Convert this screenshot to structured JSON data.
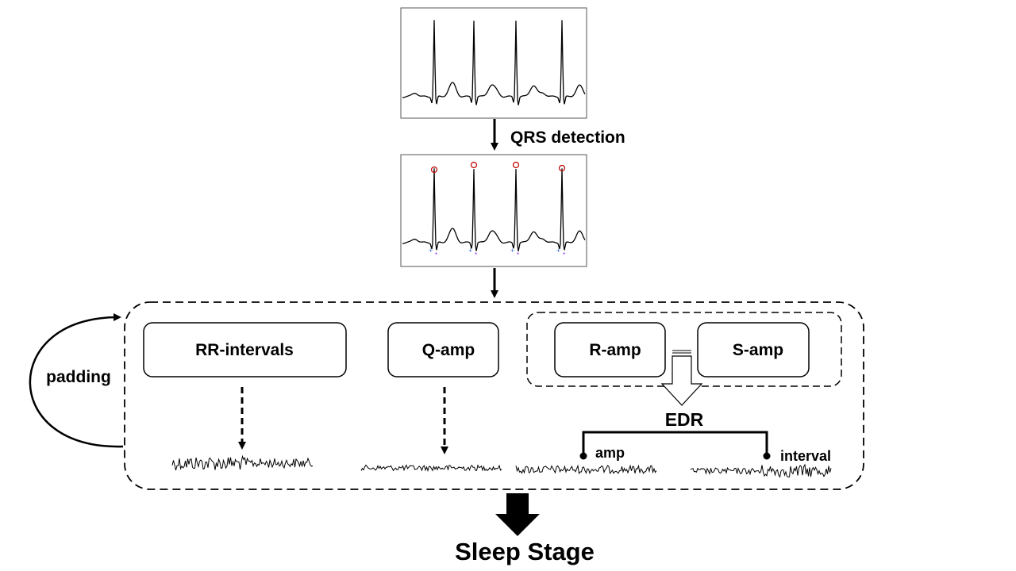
{
  "steps": {
    "qrs_detection": "QRS detection"
  },
  "features": {
    "rr_intervals": "RR-intervals",
    "q_amp": "Q-amp",
    "r_amp": "R-amp",
    "s_amp": "S-amp"
  },
  "edr": {
    "label": "EDR",
    "amp": "amp",
    "interval": "interval"
  },
  "padding": "padding",
  "output": "Sleep Stage",
  "colors": {
    "output": "#c00000",
    "r_peak_marker": "#c00000",
    "q_marker": "#3a6fd8",
    "s_marker": "#8a2be2"
  }
}
